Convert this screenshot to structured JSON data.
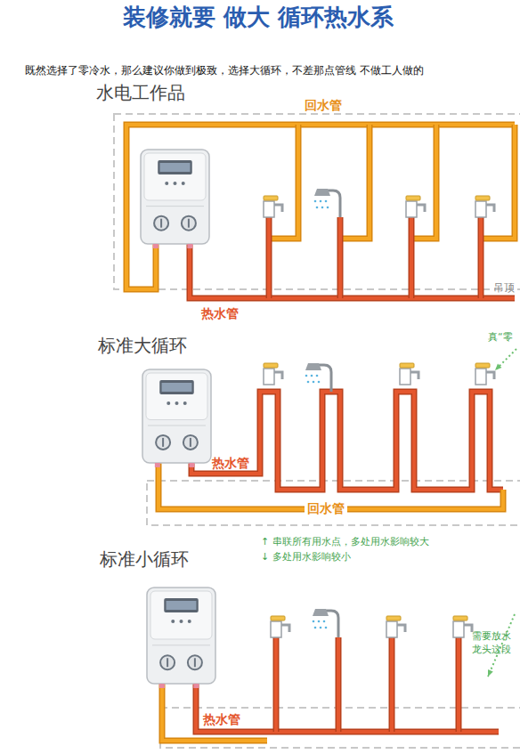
{
  "diagram": {
    "title": "装修就要 做大 循环热水系",
    "labels": [
      "既然选择了零冷水，那么建议你做到极致，选择大循环，不差那点管线 不做工人做的",
      "水电工作品",
      "回水管",
      "吊顶",
      "热水管",
      "标准大循环",
      "真“零",
      "热水管",
      "回水管",
      "标准小循环",
      "↑ 串联所有用水点，多处用水影响较大",
      "↓ 多处用水影响较小",
      "热水管",
      "需要放水",
      "龙头这段"
    ]
  }
}
